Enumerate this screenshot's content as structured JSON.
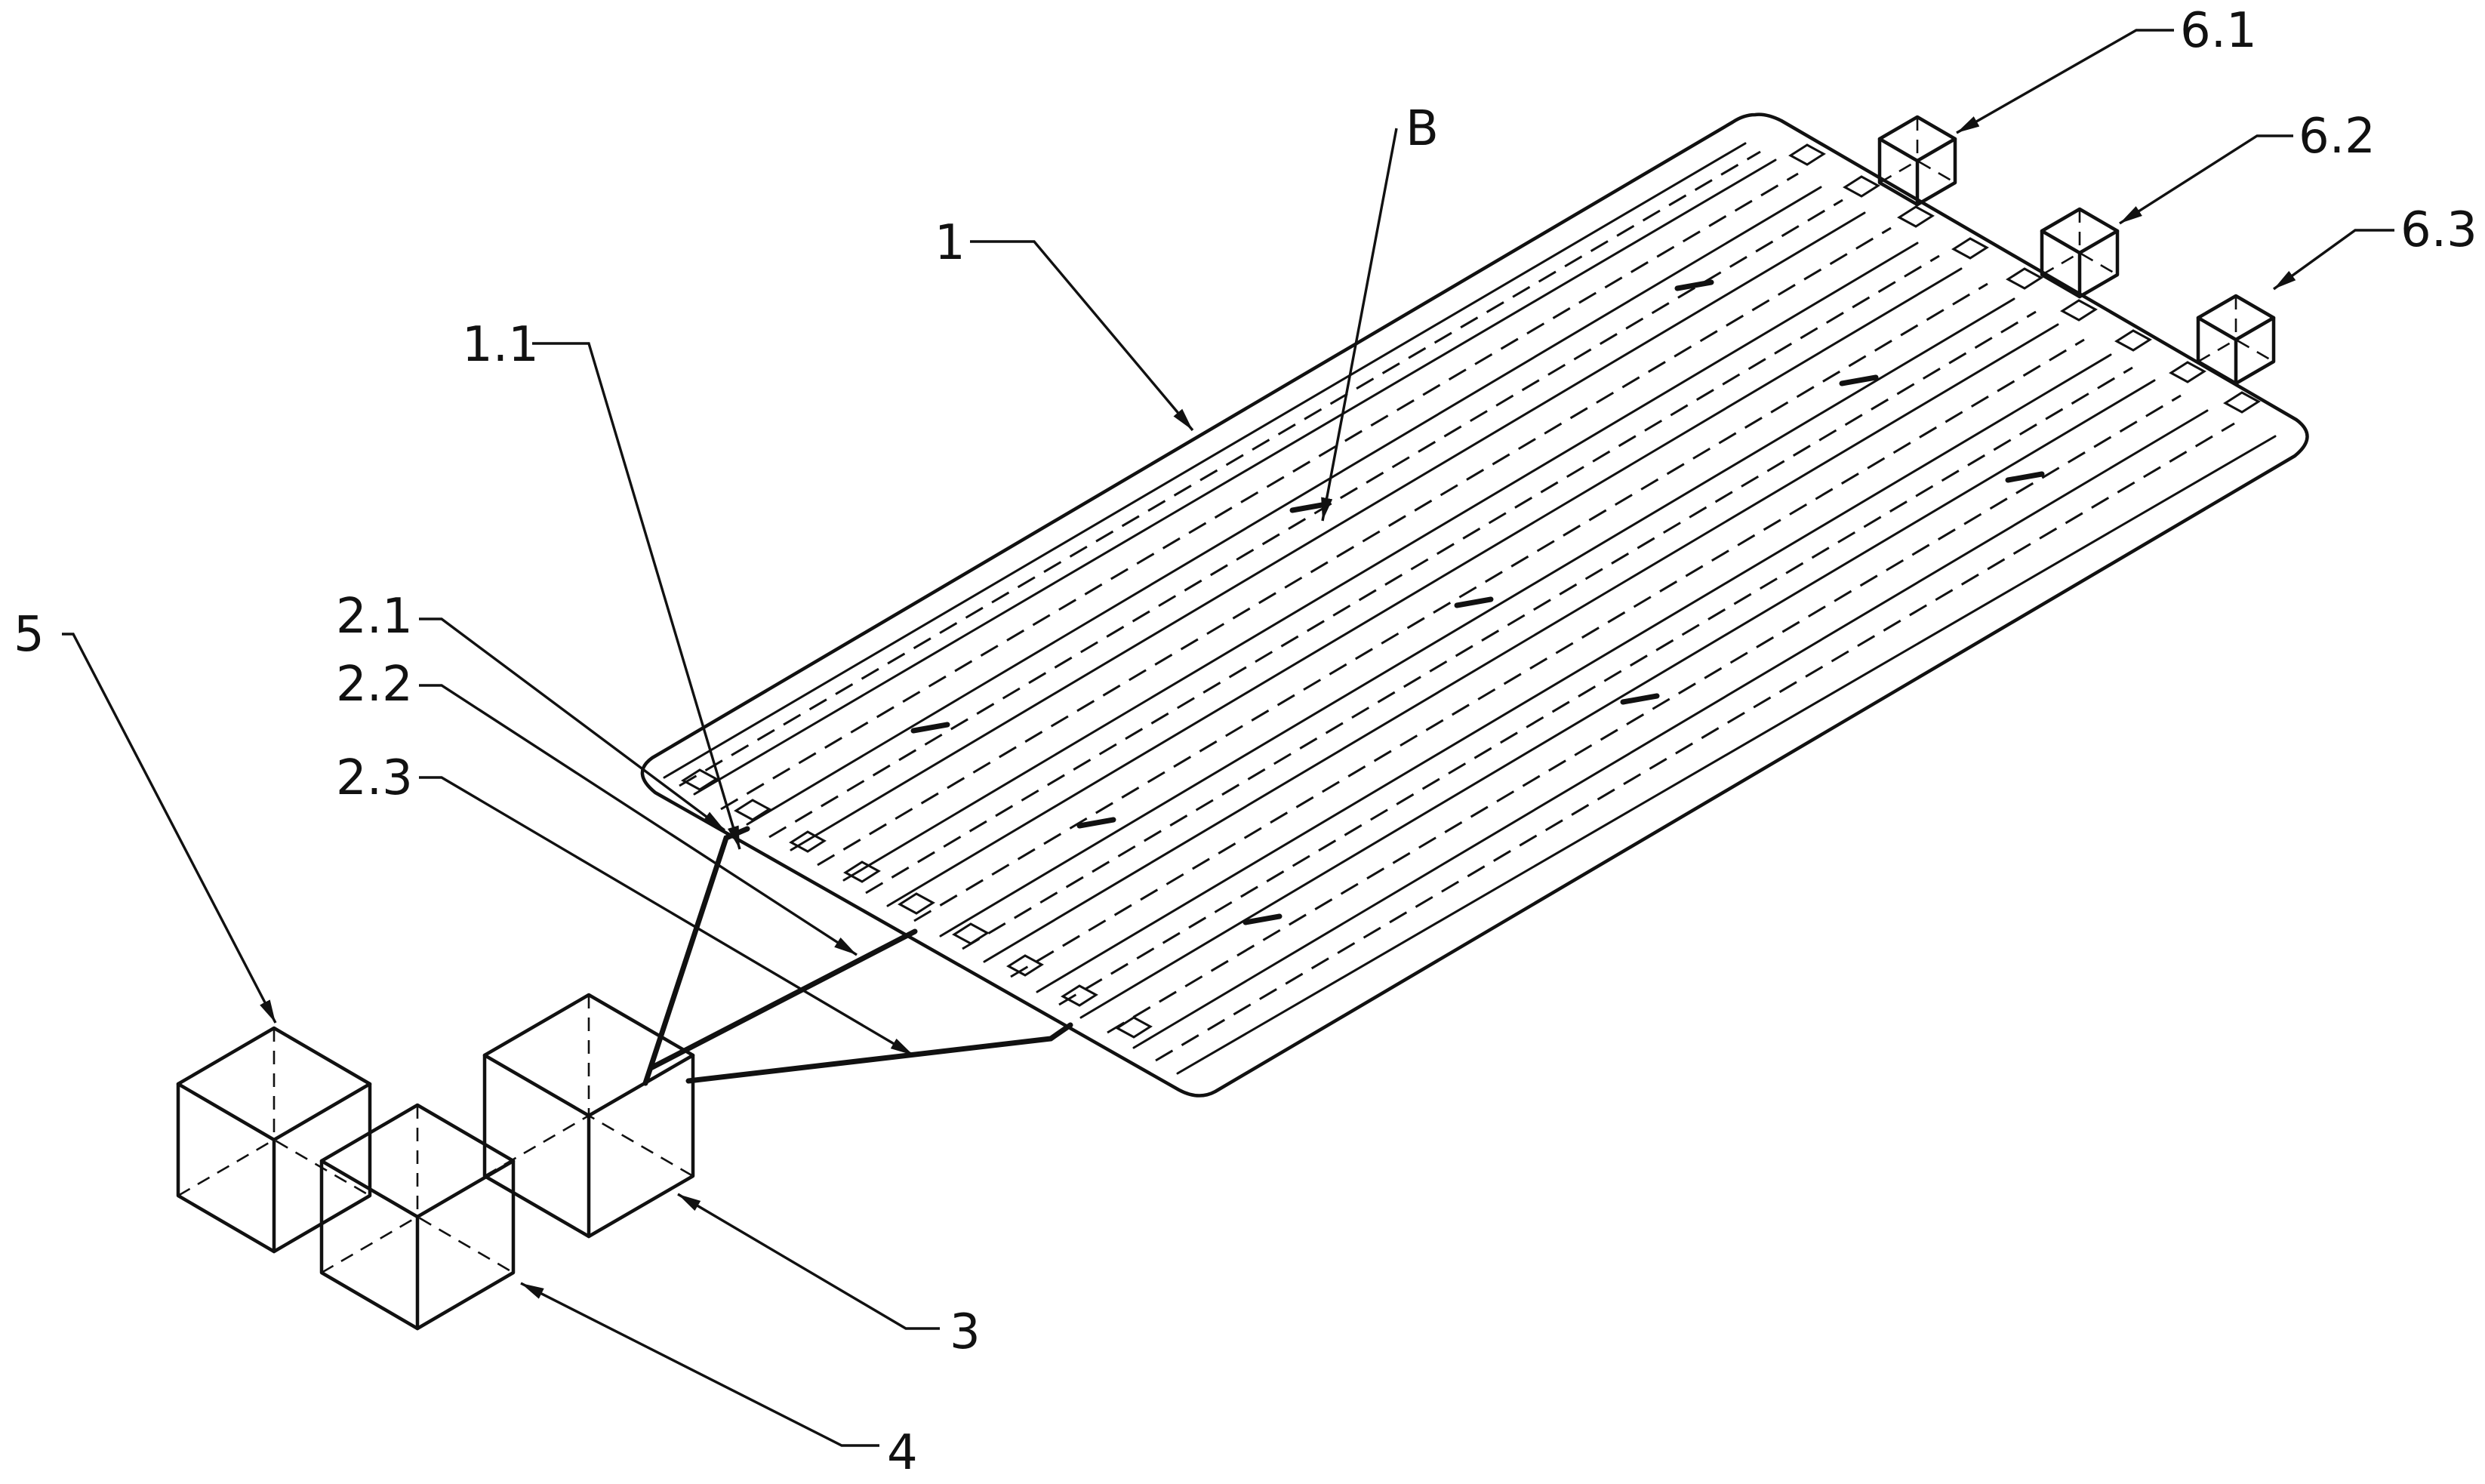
{
  "labels": {
    "l_1": "1",
    "l_1_1": "1.1",
    "l_b": "B",
    "l_2_1": "2.1",
    "l_2_2": "2.2",
    "l_2_3": "2.3",
    "l_3": "3",
    "l_4": "4",
    "l_5": "5",
    "l_6_1": "6.1",
    "l_6_2": "6.2",
    "l_6_3": "6.3"
  }
}
